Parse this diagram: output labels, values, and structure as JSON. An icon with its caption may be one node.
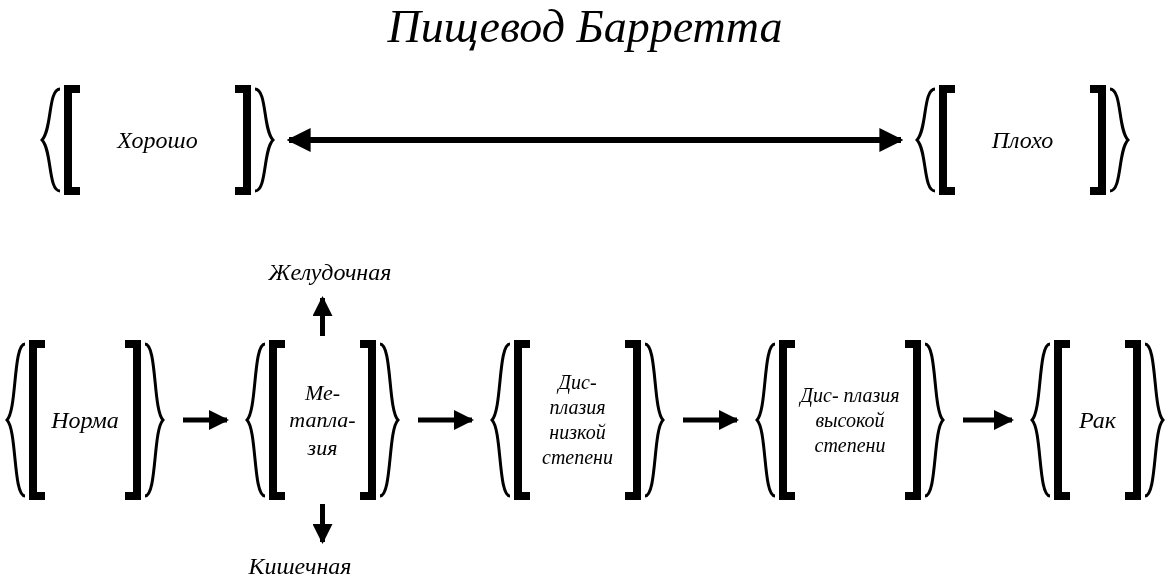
{
  "diagram": {
    "title": "Пищевод Барретта",
    "nodes": [
      {
        "text": [
          "Хорошо"
        ]
      },
      {
        "text": [
          "Плохо"
        ]
      },
      {
        "text": [
          "Желудочная"
        ]
      },
      {
        "text": [
          "Норма"
        ]
      },
      {
        "text": [
          "Ме- тапла- зия"
        ]
      },
      {
        "text": [
          "Дис- плазия низкой степени"
        ]
      },
      {
        "text": [
          "Дис- плазия высокой степени"
        ]
      },
      {
        "text": [
          "Рак"
        ]
      },
      {
        "text": [
          "Кишечная"
        ]
      }
    ],
    "edges": [
      {
        "from": 0,
        "to": 1,
        "arrow": "both"
      },
      {
        "from": 3,
        "to": 4,
        "arrow": "to"
      },
      {
        "from": 4,
        "to": 2,
        "arrow": "to"
      },
      {
        "from": 4,
        "to": 8,
        "arrow": "to"
      },
      {
        "from": 4,
        "to": 5,
        "arrow": "to"
      },
      {
        "from": 5,
        "to": 6,
        "arrow": "to"
      },
      {
        "from": 6,
        "to": 7,
        "arrow": "to"
      }
    ]
  }
}
